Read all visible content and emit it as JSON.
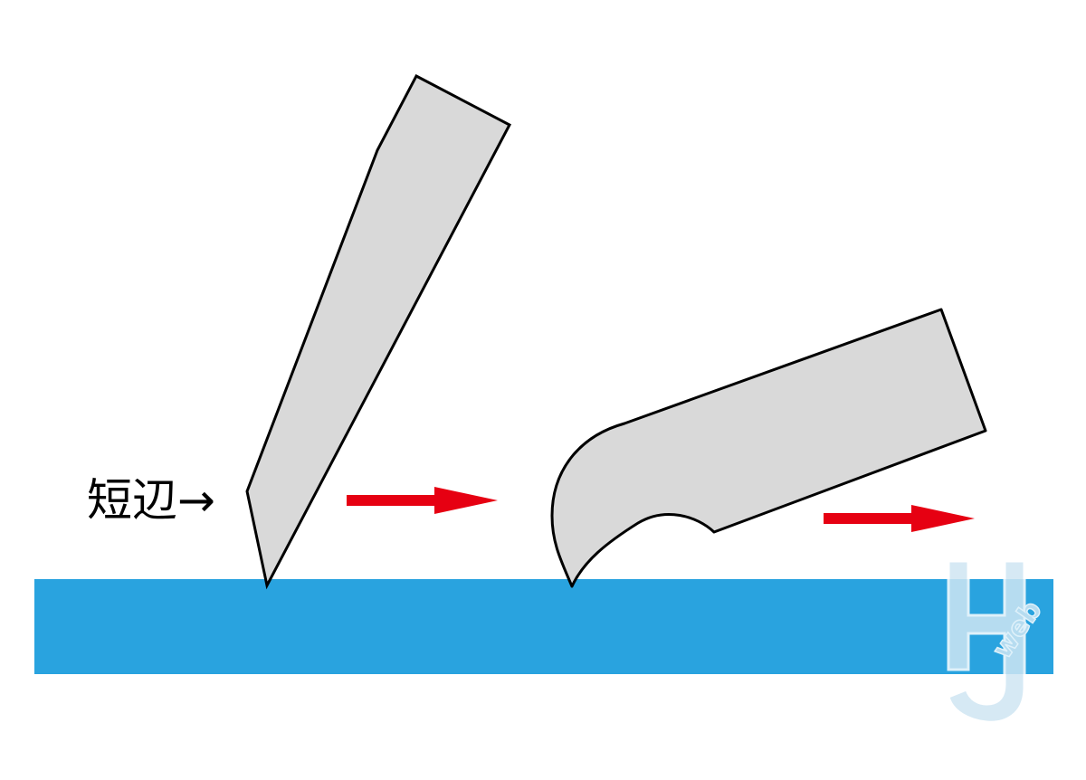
{
  "diagram": {
    "labels": {
      "short_edge": "短辺→"
    },
    "colors": {
      "background": "#ffffff",
      "surface": "#29a3df",
      "blade_fill": "#d9d9d9",
      "blade_stroke": "#000000",
      "arrow": "#e60012",
      "watermark": "#cfe6f3"
    },
    "watermark_text": "HJweb",
    "elements": {
      "surface": "cutting-surface",
      "straight_blade": "straight-blade",
      "hook_blade": "hook-blade",
      "arrows": [
        "motion-arrow-left",
        "motion-arrow-right"
      ]
    }
  }
}
